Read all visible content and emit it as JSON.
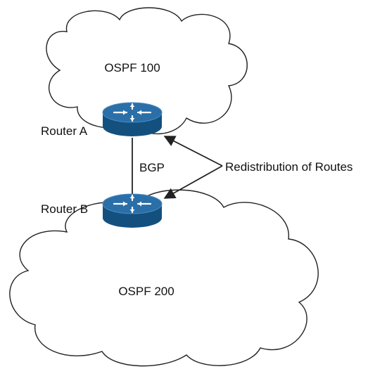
{
  "clouds": {
    "top": {
      "label": "OSPF 100"
    },
    "bottom": {
      "label": "OSPF 200"
    }
  },
  "routers": {
    "a": {
      "label": "Router A",
      "icon": "router-icon"
    },
    "b": {
      "label": "Router B",
      "icon": "router-icon"
    }
  },
  "link": {
    "label": "BGP"
  },
  "annotation": {
    "label": "Redistribution of Routes"
  },
  "colors": {
    "router_top": "#2b6fa8",
    "router_side": "#14507e",
    "line": "#222222",
    "cloud_fill": "#ffffff"
  }
}
